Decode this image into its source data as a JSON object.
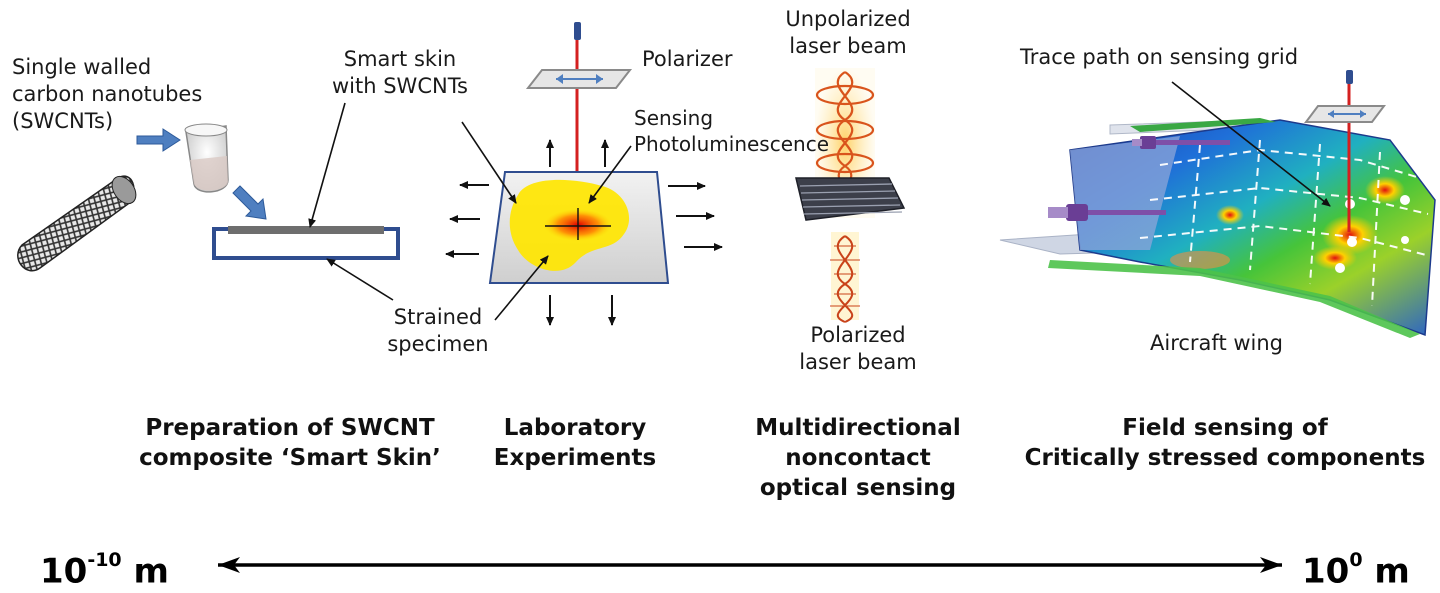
{
  "labels": {
    "swcnt": [
      "Single walled",
      "carbon nanotubes",
      "(SWCNTs)"
    ],
    "smart_skin": [
      "Smart skin",
      "with SWCNTs"
    ],
    "strained": [
      "Strained",
      "specimen"
    ],
    "polarizer": "Polarizer",
    "sensing": [
      "Sensing",
      "Photoluminescence"
    ],
    "unpolarized": [
      "Unpolarized",
      "laser beam"
    ],
    "polarized": [
      "Polarized",
      "laser beam"
    ],
    "trace": "Trace path on sensing grid",
    "aircraft": "Aircraft wing"
  },
  "stages": [
    [
      "Preparation of SWCNT",
      "composite ‘Smart Skin’"
    ],
    [
      "Laboratory",
      "Experiments"
    ],
    [
      "Multidirectional",
      "noncontact",
      "optical sensing"
    ],
    [
      "Field sensing of",
      "Critically stressed components"
    ]
  ],
  "scale": {
    "left_base": "10",
    "left_exp": "-10",
    "left_unit": " m",
    "right_base": "10",
    "right_exp": "0",
    "right_unit": " m"
  },
  "colors": {
    "arrow_blue": "#4f7fc0",
    "laser_red": "#d42020",
    "photoluminescence_yellow": "#ffe600",
    "skin_gray": "#6e6e6e",
    "substrate_blue": "#2f4d8f"
  }
}
